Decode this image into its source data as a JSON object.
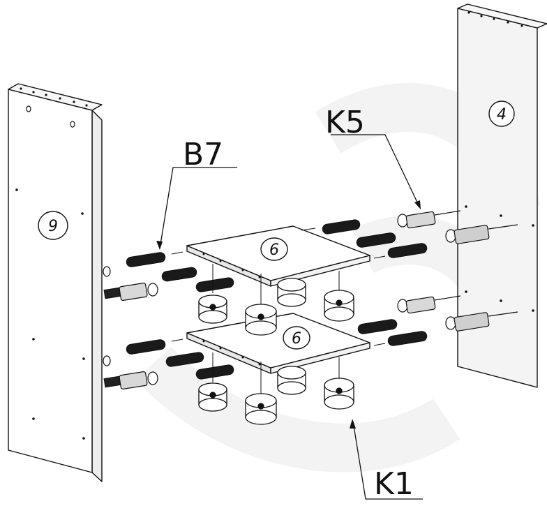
{
  "labels": {
    "b7": "B7",
    "k5": "K5",
    "k1": "K1",
    "panel_left": "9",
    "panel_right": "4",
    "shelf_top": "6",
    "shelf_bottom": "6"
  },
  "colors": {
    "ink": "#111111",
    "panel_face": "#ffffff",
    "panel_side": "#f0f0f0",
    "dowel": "#1a1a1a",
    "watermark": "#f2f2f2"
  }
}
